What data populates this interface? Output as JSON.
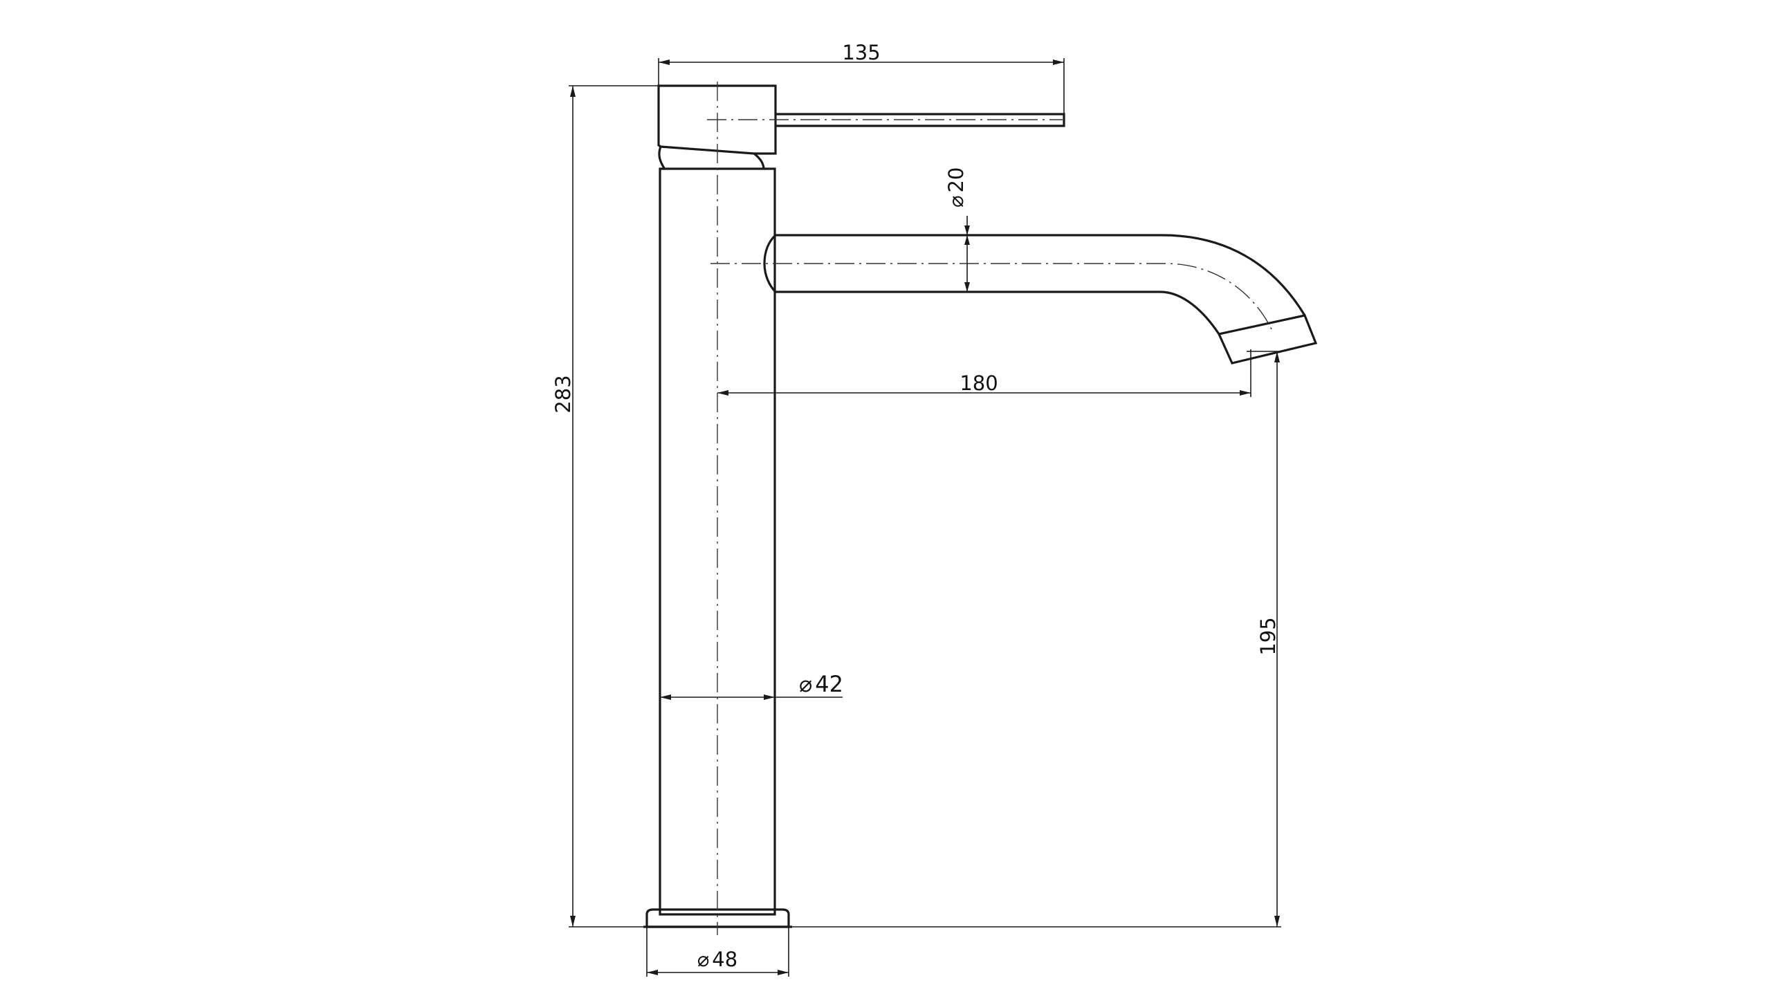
{
  "dimensions": {
    "lever_reach": "135",
    "total_height": "283",
    "spout_diameter": "20",
    "spout_reach": "180",
    "spout_height": "195",
    "body_diameter": "42",
    "base_diameter": "48"
  },
  "symbols": {
    "diameter": "⌀"
  }
}
